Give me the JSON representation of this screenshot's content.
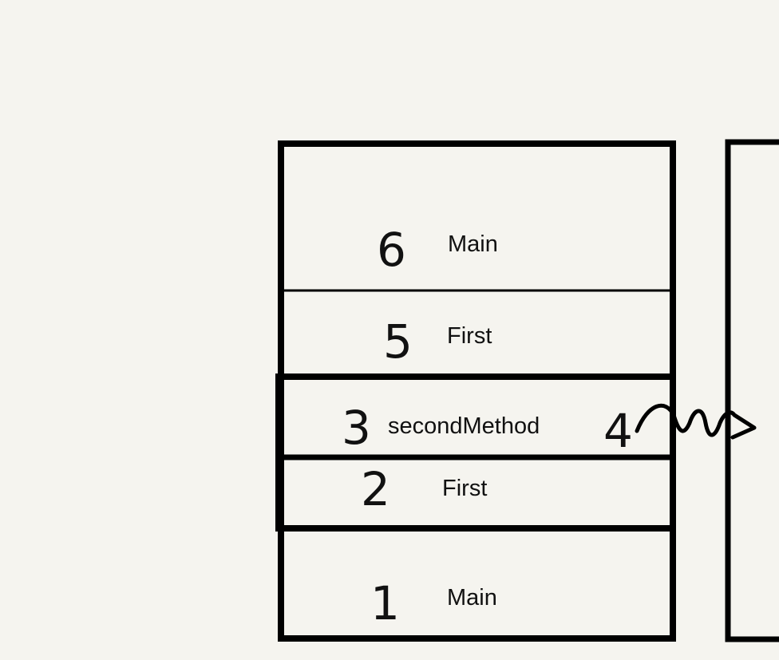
{
  "stack": {
    "frames": [
      {
        "number": "6",
        "label": "Main"
      },
      {
        "number": "5",
        "label": "First"
      },
      {
        "number": "3",
        "label": "secondMethod"
      },
      {
        "number": "2",
        "label": "First"
      },
      {
        "number": "1",
        "label": "Main"
      }
    ]
  },
  "annotation": {
    "number": "4"
  }
}
